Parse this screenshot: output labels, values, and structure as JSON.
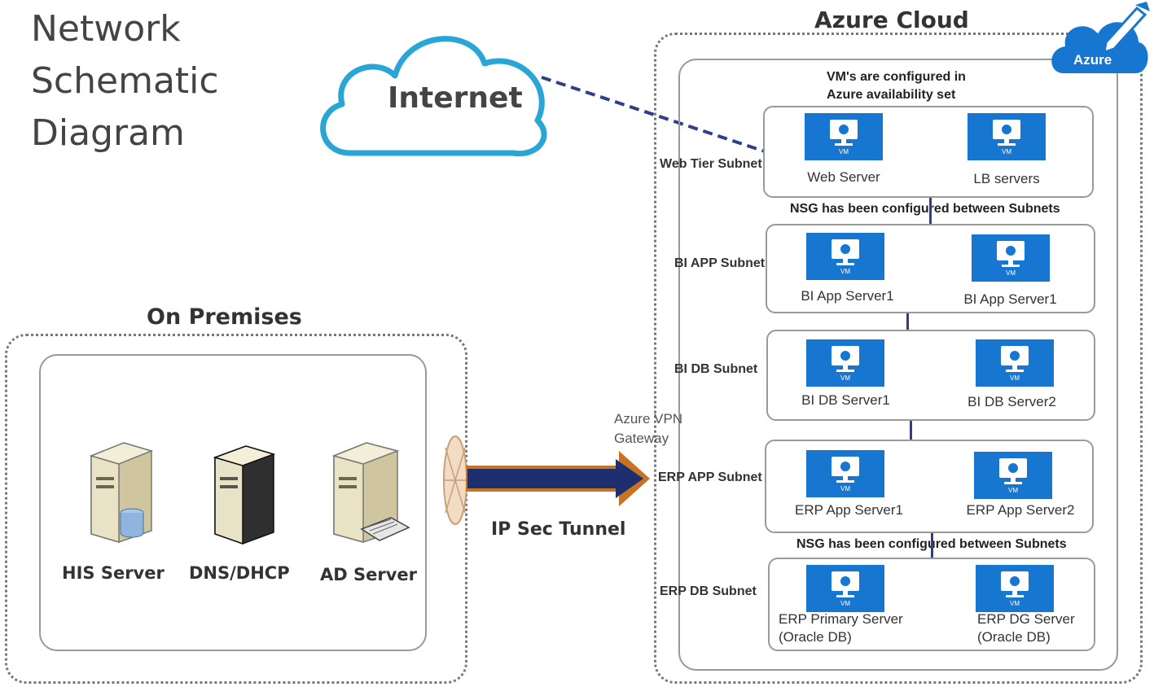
{
  "title_lines": [
    "Network",
    "Schematic",
    "Diagram"
  ],
  "internet_label": "Internet",
  "azure_cloud_label": "Azure Cloud",
  "azure_logo_text": "Azure",
  "availability_note_lines": [
    "VM's are configured in",
    "Azure availability set"
  ],
  "nsg_note_1": "NSG has been configured between Subnets",
  "nsg_note_2": "NSG has been configured between Subnets",
  "vm_badge": "VM",
  "subnets": [
    {
      "label": "Web Tier Subnet",
      "left_vm": "Web Server",
      "right_vm": "LB servers"
    },
    {
      "label": "BI APP Subnet",
      "left_vm": "BI App Server1",
      "right_vm": "BI App Server1"
    },
    {
      "label": "BI DB Subnet",
      "left_vm": "BI DB Server1",
      "right_vm": "BI DB Server2"
    },
    {
      "label": "ERP APP Subnet",
      "left_vm": "ERP  App Server1",
      "right_vm": "ERP  App Server2"
    },
    {
      "label": "ERP DB Subnet",
      "left_vm_lines": [
        "ERP  Primary Server",
        "(Oracle DB)"
      ],
      "right_vm_lines": [
        "ERP  DG Server",
        "(Oracle DB)"
      ]
    }
  ],
  "on_premises_label": "On Premises",
  "servers": [
    "HIS Server",
    "DNS/DHCP",
    "AD Server"
  ],
  "gateway_lines": [
    "Azure VPN",
    "Gateway"
  ],
  "tunnel_label": "IP Sec Tunnel",
  "colors": {
    "vm_blue": "#1777d0",
    "cloud_outline": "#2aa6d6",
    "tunnel_navy": "#1d2f6f",
    "tunnel_orange": "#c8731f"
  }
}
